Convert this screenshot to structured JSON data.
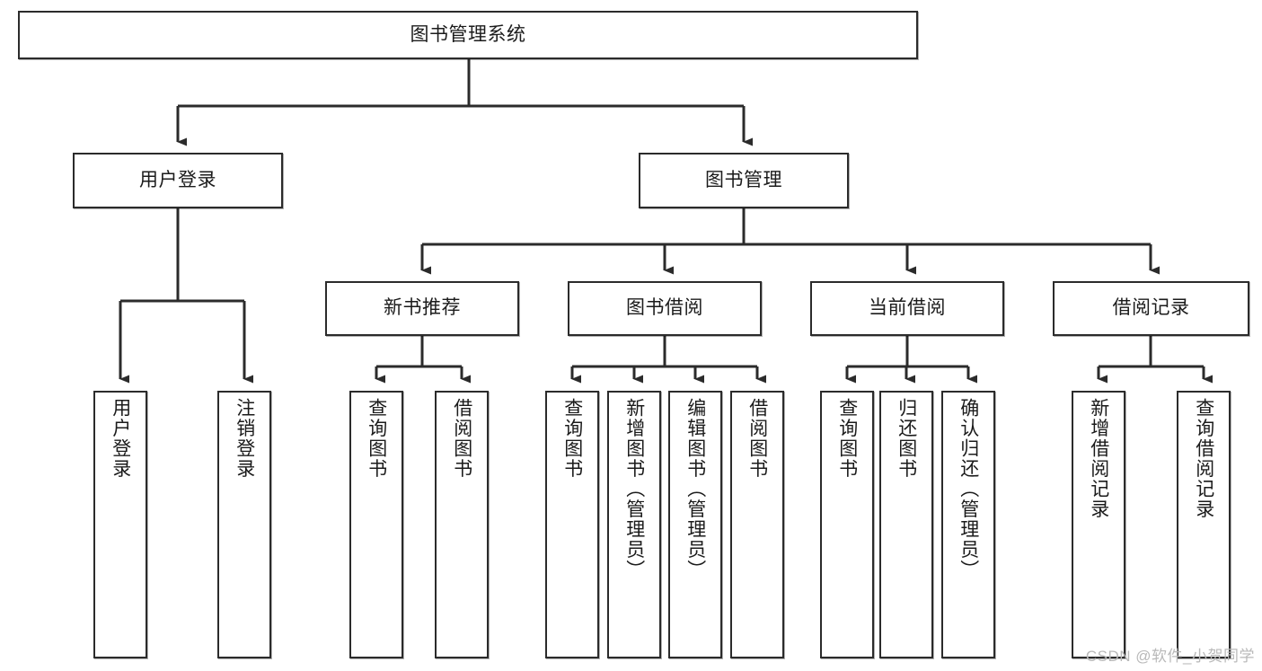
{
  "diagram": {
    "title": "图书管理系统",
    "type": "tree",
    "colors": {
      "border": "#2b2b2b",
      "background": "#ffffff",
      "text": "#1b1b1b",
      "edge": "#2b2b2b",
      "watermark": "#b9b9b9"
    },
    "nodes": {
      "root": {
        "label": "图书管理系统"
      },
      "level2": [
        {
          "label": "用户登录"
        },
        {
          "label": "图书管理"
        }
      ],
      "level3": [
        {
          "label": "新书推荐"
        },
        {
          "label": "图书借阅"
        },
        {
          "label": "当前借阅"
        },
        {
          "label": "借阅记录"
        }
      ],
      "leaves_user_login": [
        {
          "label": "用户登录"
        },
        {
          "label": "注销登录"
        }
      ],
      "leaves_new_book": [
        {
          "label": "查询图书"
        },
        {
          "label": "借阅图书"
        }
      ],
      "leaves_borrow": [
        {
          "label": "查询图书"
        },
        {
          "label": "新增图书（管理员）"
        },
        {
          "label": "编辑图书（管理员）"
        },
        {
          "label": "借阅图书"
        }
      ],
      "leaves_current": [
        {
          "label": "查询图书"
        },
        {
          "label": "归还图书"
        },
        {
          "label": "确认归还（管理员）"
        }
      ],
      "leaves_record": [
        {
          "label": "新增借阅记录"
        },
        {
          "label": "查询借阅记录"
        }
      ]
    },
    "watermark": "CSDN @软件_小贺同学"
  }
}
